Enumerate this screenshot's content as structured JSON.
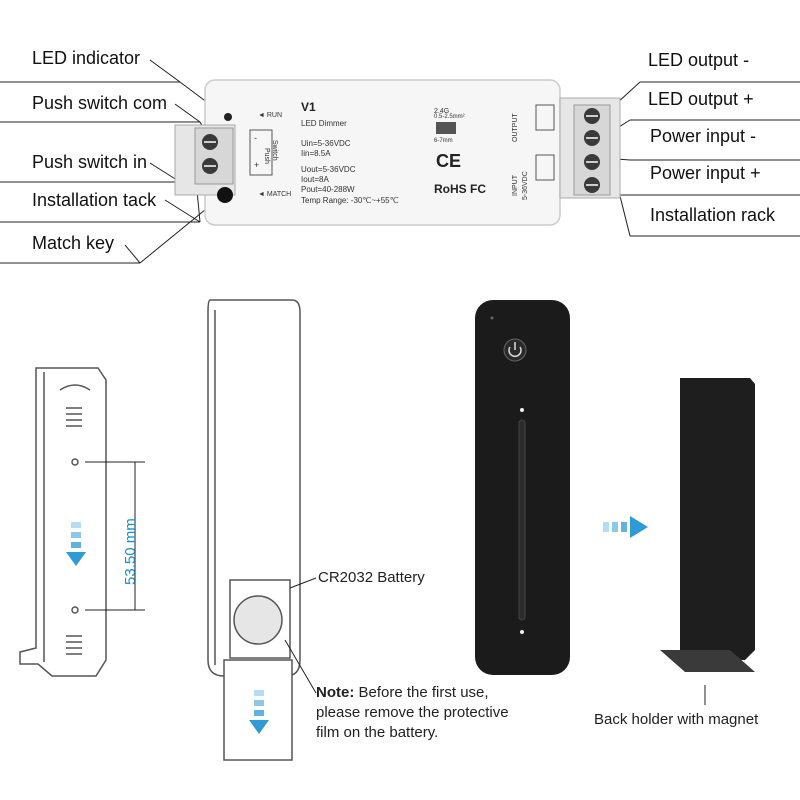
{
  "callouts_left": [
    "LED indicator",
    "Push switch com",
    "Push switch in",
    "Installation tack",
    "Match key"
  ],
  "callouts_right": [
    "LED output -",
    "LED output +",
    "Power input -",
    "Power input +",
    "Installation rack"
  ],
  "device": {
    "model": "V1",
    "name": "LED Dimmer",
    "uin": "Uin=5-36VDC",
    "iin": "Iin=8.5A",
    "uout": "Uout=5-36VDC",
    "iout": "Iout=8A",
    "pout": "Pout=40-288W",
    "temp": "Temp Range: -30℃~+55℃",
    "run_label": "◄ RUN",
    "match_label": "◄ MATCH",
    "switch_label": "Switch",
    "push_label": "Push",
    "freq": "2.4G",
    "wire_spec": "0.5-2.5mm²",
    "strip_spec": "6-7mm",
    "marks": "CE",
    "rohs": "RoHS FC",
    "output_label": "OUTPUT",
    "input_label": "INPUT",
    "input_voltage": "5-36VDC",
    "terminal_minus": "-",
    "terminal_plus": "+"
  },
  "remote_back": {
    "dimension": "53.50 mm",
    "battery_label": "CR2032 Battery",
    "note_title": "Note:",
    "note_text_1": "Before the first use,",
    "note_text_2": "please remove the protective",
    "note_text_3": "film on the battery."
  },
  "holder_label": "Back holder with magnet",
  "colors": {
    "accent_blue": "#2e9bd6",
    "remote_black": "#1b1b1b",
    "device_white": "#f4f4f4"
  }
}
